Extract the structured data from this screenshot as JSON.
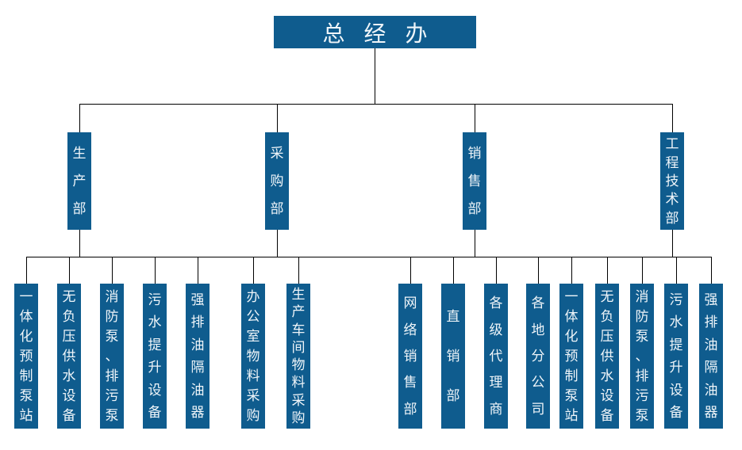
{
  "org": {
    "title": "总经办",
    "departments": [
      {
        "label": "生产部",
        "children": [
          "一体化预制泵站",
          "无负压供水设备",
          "消防泵、排污泵",
          "污水提升设备",
          "强排油隔油器"
        ]
      },
      {
        "label": "采购部",
        "children": [
          "办公室物料采购",
          "生产车间物料采购"
        ]
      },
      {
        "label": "销售部",
        "children": [
          "网络销售部",
          "直销部",
          "各级代理商",
          "各地分公司"
        ]
      },
      {
        "label": "工程技术部",
        "children": [
          "一体化预制泵站",
          "无负压供水设备",
          "消防泵、排污泵",
          "污水提升设备",
          "强排油隔油器"
        ]
      }
    ],
    "colors": {
      "box_fill": "#0F5C8E",
      "box_text": "#EFF5F9",
      "connector": "#000000",
      "background": "#FFFFFF"
    }
  }
}
